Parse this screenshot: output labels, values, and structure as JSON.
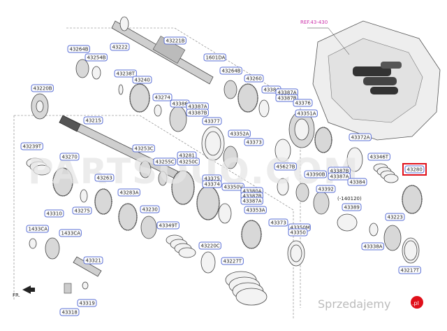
{
  "reference_label": "REF.43-430",
  "watermark": "PARTSOUQ.COM",
  "brand_watermark": {
    "name": "Sprzedajemy",
    "suffix": ".pl"
  },
  "direction_label": "FR.",
  "note_label": "(-140120)",
  "highlight_color": "#e0101a",
  "accent_color": "#5a6fd6",
  "labels": [
    "43264B",
    "43254B",
    "43222",
    "43221B",
    "1601DA",
    "43238T",
    "43240",
    "43264B",
    "43260",
    "43220B",
    "43274",
    "43386",
    "43387A",
    "43387B",
    "43384",
    "43387A",
    "43387B",
    "43376",
    "43215",
    "43377",
    "43351A",
    "43352A",
    "43373",
    "43372A",
    "43239T",
    "43253C",
    "43281",
    "43250C",
    "43270",
    "43255C",
    "45627B",
    "43346T",
    "43263",
    "43375",
    "43374",
    "43390B",
    "43387B",
    "43387A",
    "43280",
    "43283A",
    "43350V",
    "43380A",
    "43387B",
    "43387A",
    "43384",
    "43392",
    "43310",
    "43275",
    "43230",
    "43349T",
    "43353A",
    "43389",
    "43223",
    "1433CA",
    "1433CA",
    "43373",
    "43350M",
    "43350",
    "43220C",
    "43338A",
    "43321",
    "43227T",
    "43217T",
    "43319",
    "43318"
  ],
  "highlighted_label": "43280"
}
